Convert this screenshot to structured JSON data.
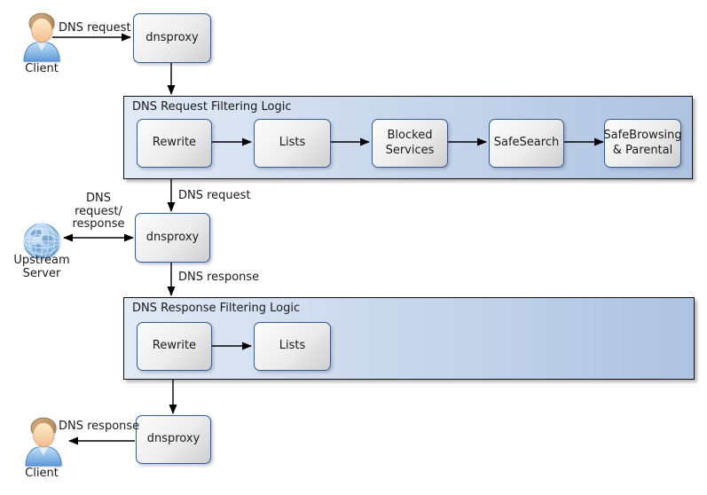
{
  "diagram": {
    "type": "flowchart",
    "colors": {
      "node_border": "#2e5c9e",
      "node_fill_top": "#fdfdfd",
      "node_fill_bottom": "#cfcfcf",
      "container_fill_left": "#e2eaf6",
      "container_fill_right": "#aec3e1",
      "container_border": "#111111",
      "arrow": "#000000"
    },
    "actors": {
      "client_top": "Client",
      "upstream_server": "Upstream Server",
      "client_bottom": "Client"
    },
    "proxies": {
      "top": "dnsproxy",
      "middle": "dnsproxy",
      "bottom": "dnsproxy"
    },
    "request_pipeline": {
      "title": "DNS Request Filtering Logic",
      "steps": [
        "Rewrite",
        "Lists",
        "Blocked Services",
        "SafeSearch",
        "SafeBrowsing & Parental"
      ]
    },
    "response_pipeline": {
      "title": "DNS Response Filtering Logic",
      "steps": [
        "Rewrite",
        "Lists"
      ]
    },
    "edge_labels": {
      "client_to_proxy": "DNS request",
      "pipeline_to_proxy": "DNS request",
      "upstream_exchange": "DNS request/ response",
      "proxy_to_pipeline": "DNS response",
      "proxy_to_client": "DNS response"
    }
  }
}
